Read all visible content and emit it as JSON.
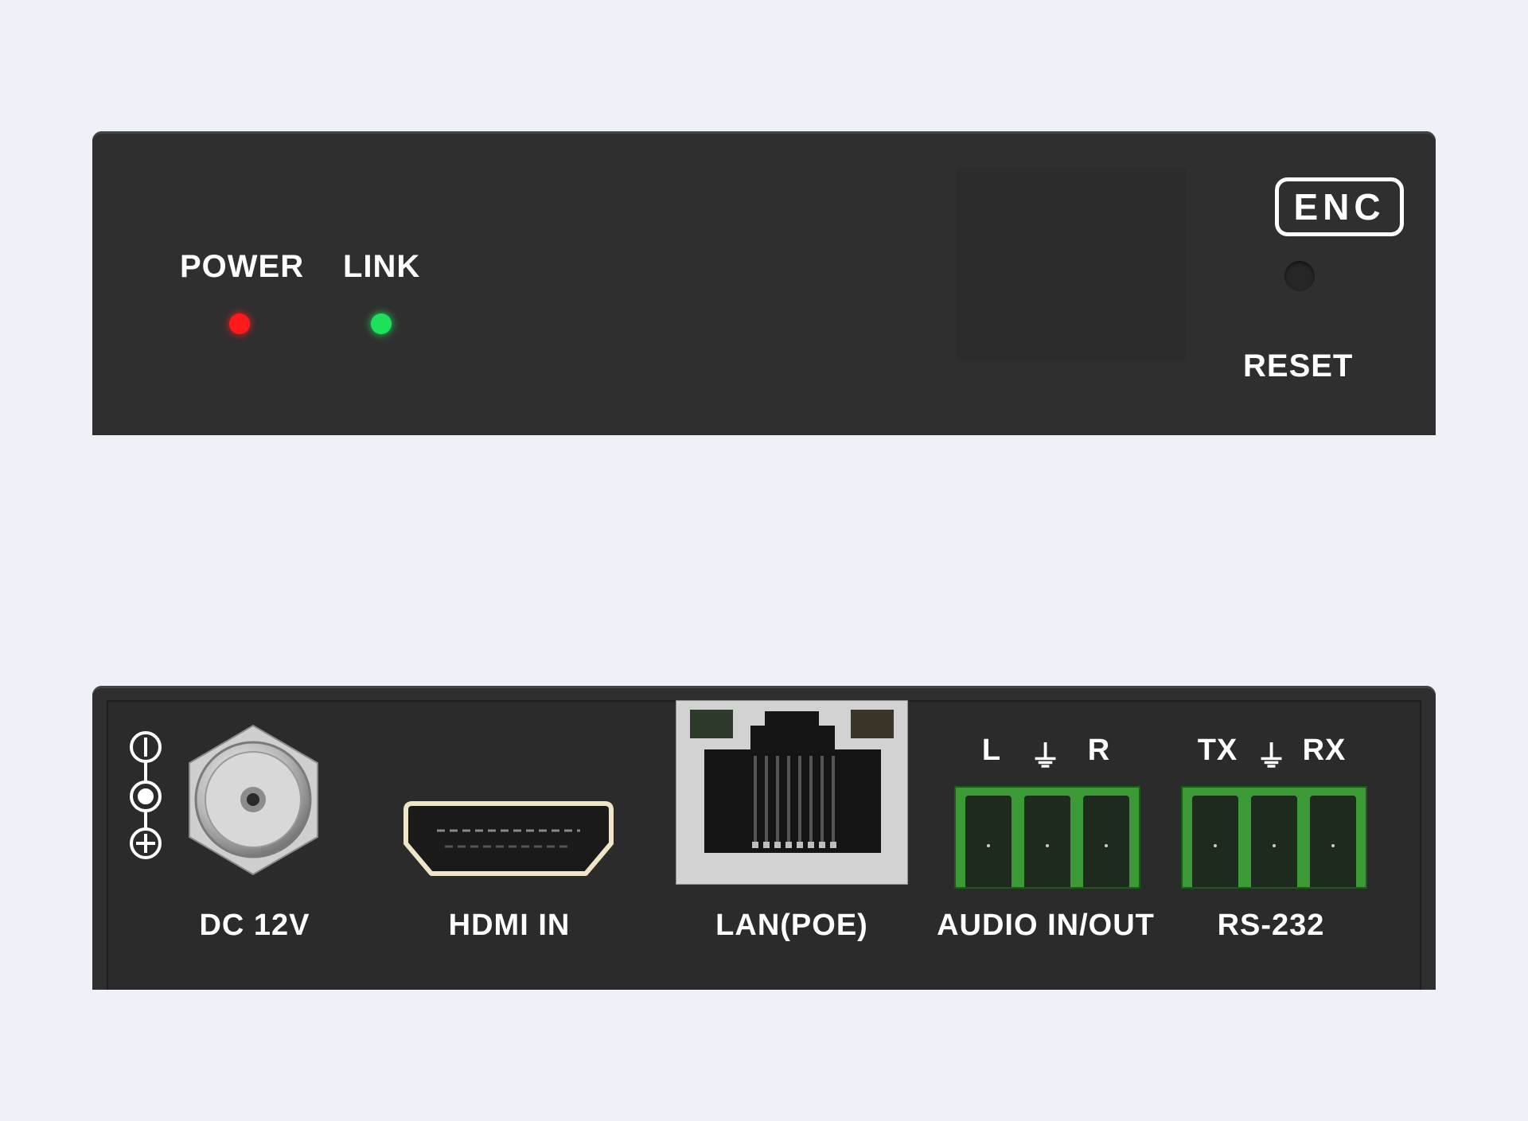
{
  "front_panel": {
    "power_label": "POWER",
    "link_label": "LINK",
    "enc_badge": "ENC",
    "reset_label": "RESET",
    "power_led_color": "#ff1a1a",
    "link_led_color": "#1ee05a"
  },
  "rear_panel": {
    "dc_label": "DC 12V",
    "hdmi_label": "HDMI IN",
    "lan_label": "LAN(POE)",
    "audio_label": "AUDIO IN/OUT",
    "audio_pins": [
      "L",
      "⏚",
      "R"
    ],
    "rs232_label": "RS-232",
    "rs232_pins": [
      "TX",
      "⏚",
      "RX"
    ]
  },
  "colors": {
    "background": "#eef2f8",
    "chassis": "#2f2f2f",
    "terminal_green": "#3c9a36"
  }
}
